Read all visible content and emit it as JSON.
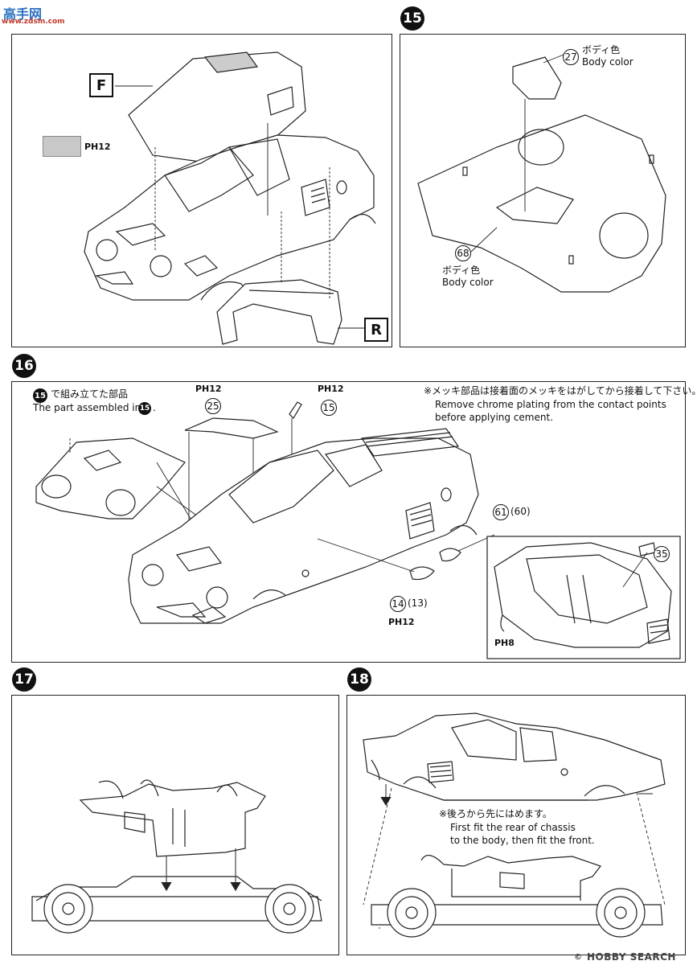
{
  "watermark_top": {
    "logo_text": "高手网",
    "sub_text": "www.zdsm.com"
  },
  "watermark_bottom": {
    "text": "HOBBY SEARCH",
    "mark": "©"
  },
  "steps": {
    "s15": "15",
    "s16": "16",
    "s17": "17",
    "s18": "18"
  },
  "panel_top_left": {
    "box_f": "F",
    "box_r": "R",
    "paint_code": "PH12"
  },
  "panel_15": {
    "part_27": "27",
    "part_27_label_jp": "ボディ色",
    "part_27_label_en": "Body color",
    "part_68": "68",
    "part_68_label_jp": "ボディ色",
    "part_68_label_en": "Body color"
  },
  "panel_16": {
    "assembled_step": "15",
    "assembled_jp": "で組み立てた部品",
    "assembled_en_prefix": "The part assembled in",
    "assembled_en_suffix": ".",
    "paint_a": "PH12",
    "part_25": "25",
    "paint_b": "PH12",
    "part_15": "15",
    "chrome_note_jp": "※メッキ部品は接着面のメッキをはがしてから接着して下さい。",
    "chrome_note_en_1": "Remove chrome plating from the contact points",
    "chrome_note_en_2": "before applying cement.",
    "part_61": "61",
    "part_60": "(60)",
    "part_14": "14",
    "part_13": "(13)",
    "paint_c": "PH12",
    "part_35": "35",
    "paint_d": "PH8"
  },
  "panel_18": {
    "note_jp": "※後ろから先にはめます。",
    "note_en_1": "First fit the rear of chassis",
    "note_en_2": "to the body, then fit the front."
  }
}
